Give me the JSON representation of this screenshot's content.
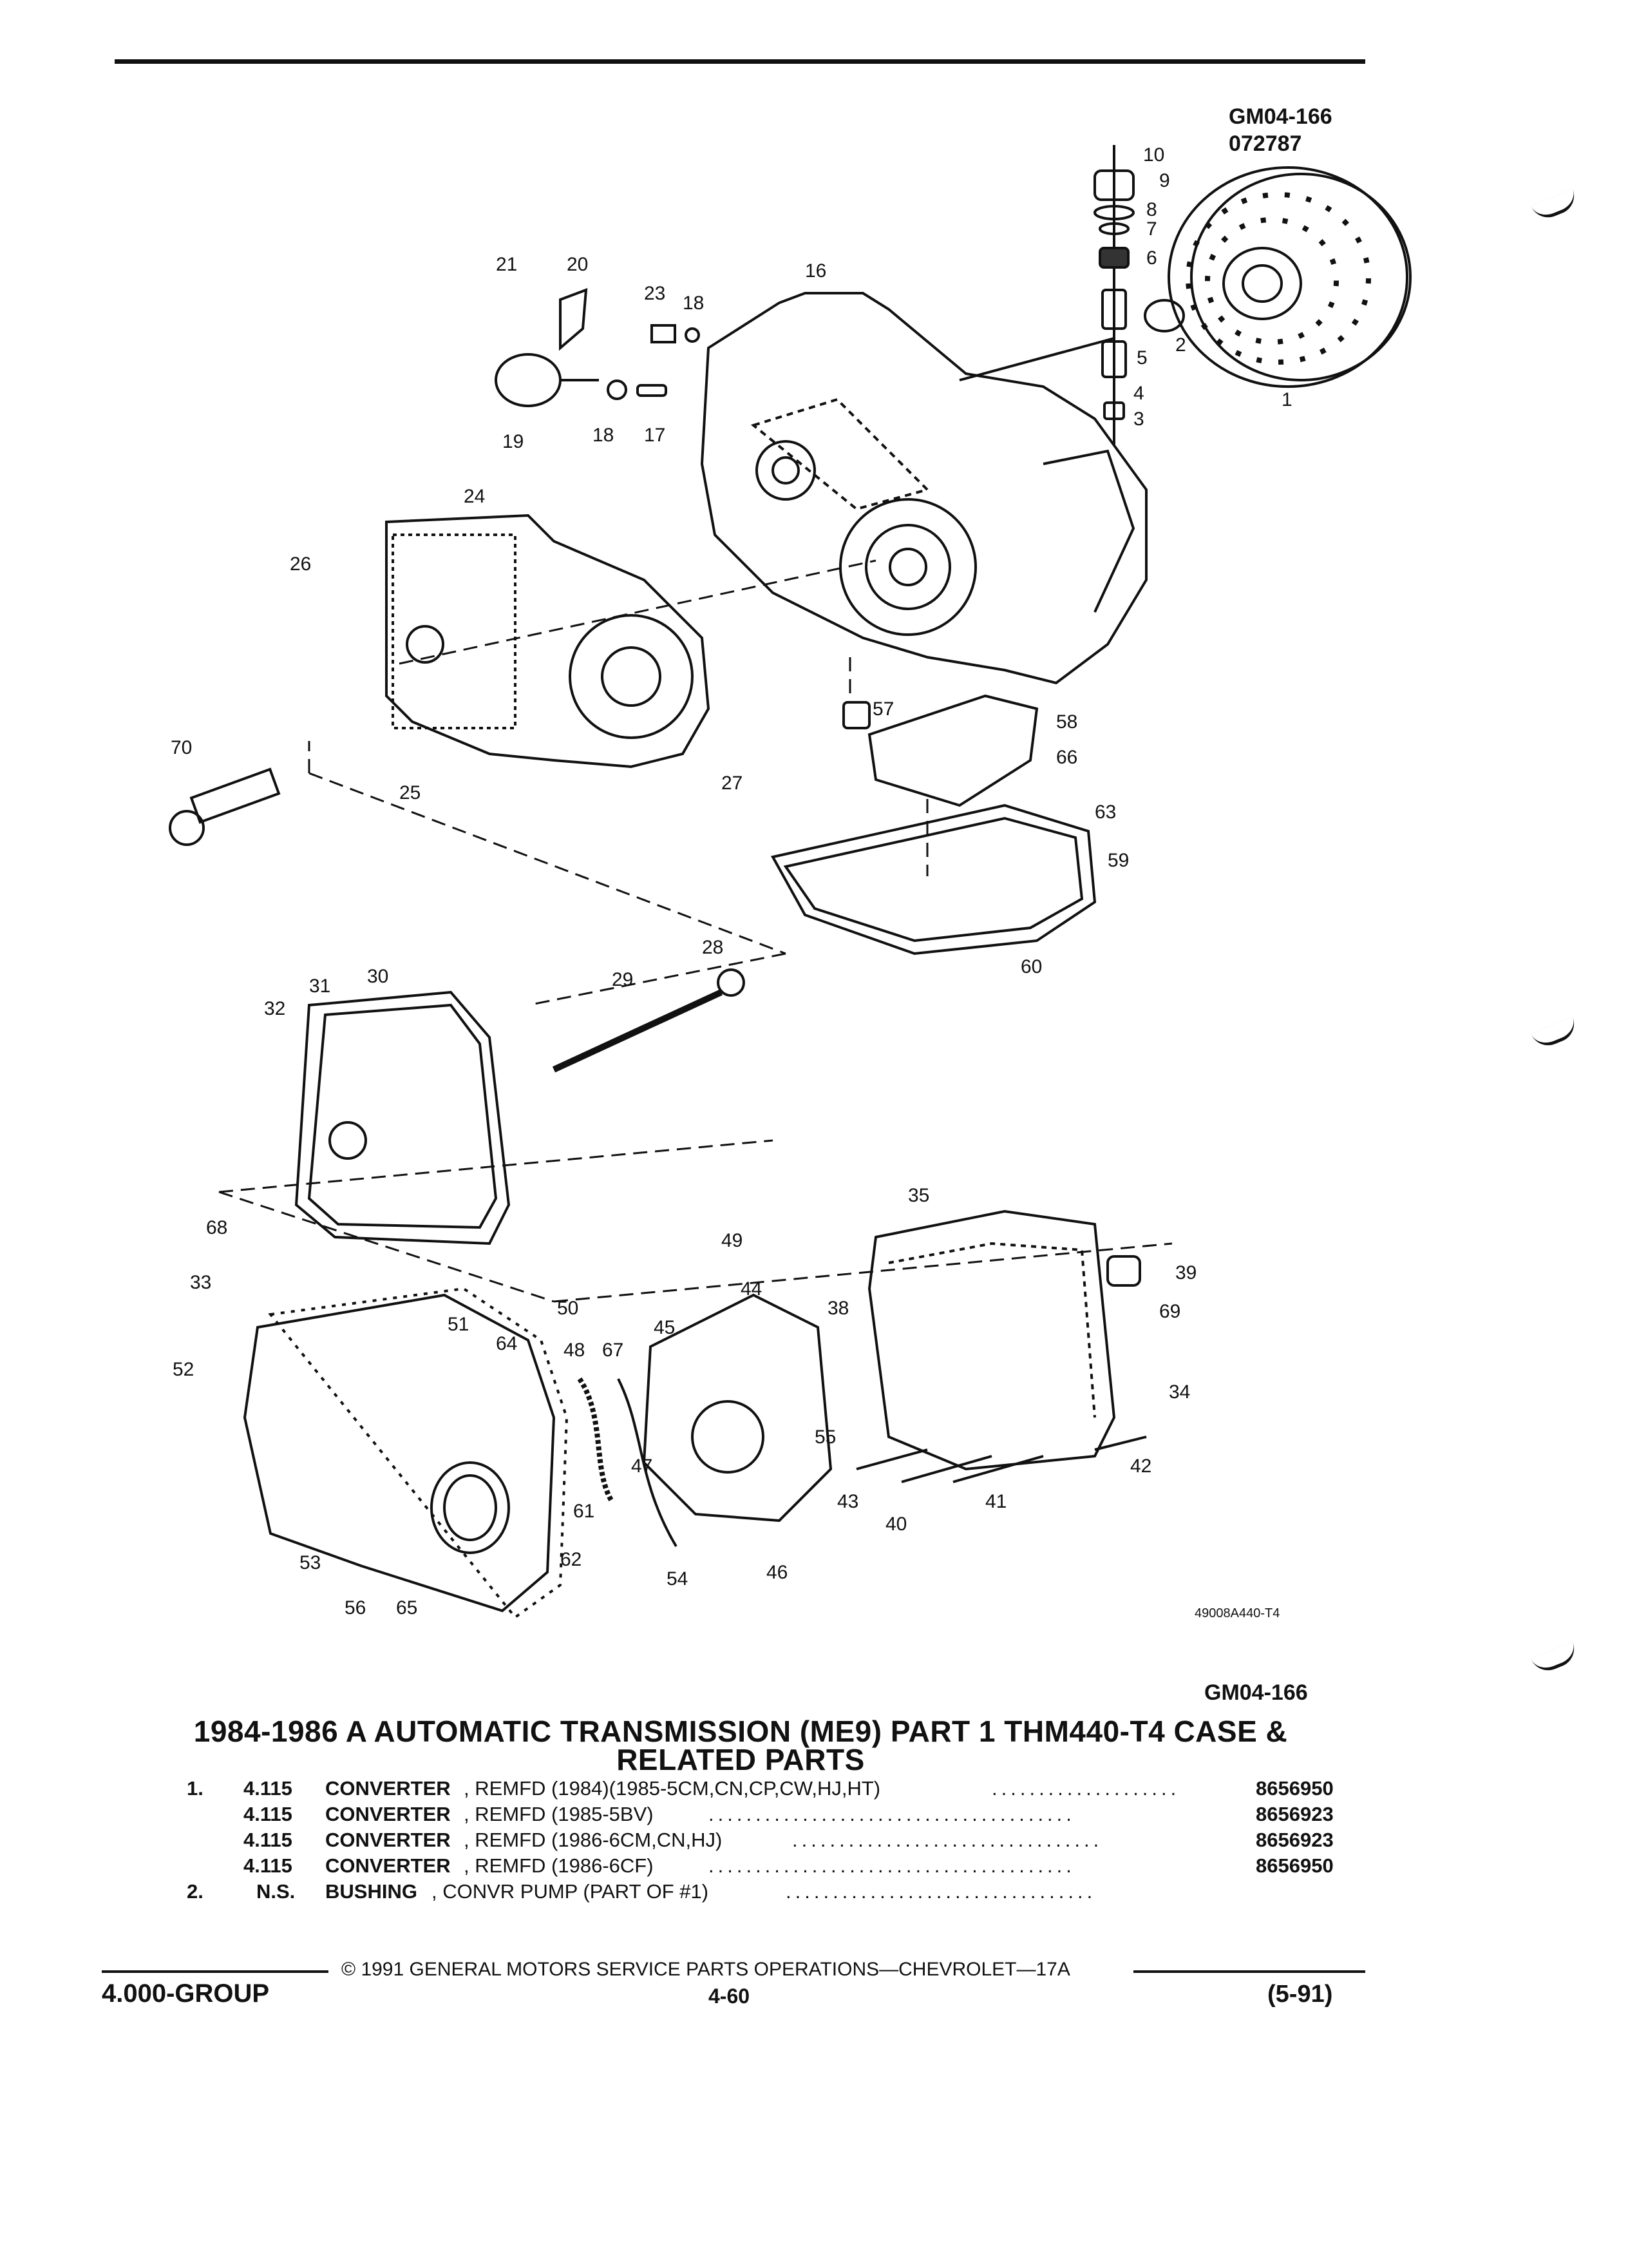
{
  "header": {
    "ref_code": "GM04-166",
    "ref_date": "072787"
  },
  "diagram": {
    "art_number": "49008A440-T4",
    "callouts": [
      "1",
      "2",
      "3",
      "4",
      "5",
      "6",
      "7",
      "8",
      "9",
      "10",
      "16",
      "17",
      "18",
      "18",
      "19",
      "20",
      "21",
      "23",
      "24",
      "25",
      "26",
      "27",
      "28",
      "29",
      "30",
      "31",
      "32",
      "33",
      "34",
      "35",
      "38",
      "39",
      "40",
      "41",
      "42",
      "43",
      "44",
      "45",
      "46",
      "47",
      "48",
      "49",
      "50",
      "51",
      "52",
      "53",
      "54",
      "55",
      "56",
      "57",
      "58",
      "59",
      "60",
      "61",
      "62",
      "63",
      "64",
      "65",
      "66",
      "67",
      "68",
      "69",
      "70"
    ]
  },
  "caption_code": "GM04-166",
  "title_line1": "1984-1986 A AUTOMATIC TRANSMISSION (ME9) PART 1 THM440-T4 CASE &",
  "title_line2": "RELATED PARTS",
  "parts": [
    {
      "item": "1.",
      "qty": "4.115",
      "name": "CONVERTER",
      "desc": ", REMFD (1984)(1985-5CM,CN,CP,CW,HJ,HT)",
      "part_no": "8656950"
    },
    {
      "item": "",
      "qty": "4.115",
      "name": "CONVERTER",
      "desc": ", REMFD (1985-5BV)",
      "part_no": "8656923"
    },
    {
      "item": "",
      "qty": "4.115",
      "name": "CONVERTER",
      "desc": ", REMFD (1986-6CM,CN,HJ)",
      "part_no": "8656923"
    },
    {
      "item": "",
      "qty": "4.115",
      "name": "CONVERTER",
      "desc": ", REMFD (1986-6CF)",
      "part_no": "8656950"
    },
    {
      "item": "2.",
      "qty": "N.S.",
      "name": "BUSHING",
      "desc": ", CONVR PUMP (PART OF #1)",
      "part_no": ""
    }
  ],
  "footer": {
    "copyright": "© 1991 GENERAL MOTORS SERVICE PARTS OPERATIONS—CHEVROLET—17A",
    "group": "4.000-GROUP",
    "page": "4-60",
    "date": "(5-91)"
  }
}
